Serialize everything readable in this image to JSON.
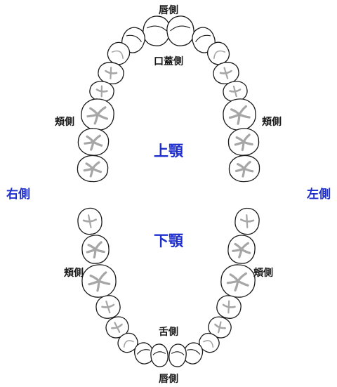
{
  "labels": {
    "upper_lip": "唇側",
    "palate": "口蓋側",
    "upper_buccal_right": "頬側",
    "upper_buccal_left": "頬側",
    "upper_jaw": "上顎",
    "right_side": "右側",
    "left_side": "左側",
    "lower_jaw": "下顎",
    "lower_buccal_right": "頬側",
    "lower_buccal_left": "頬側",
    "tongue": "舌側",
    "lower_lip": "唇側"
  },
  "colors": {
    "accent_blue": "#1f2fcc",
    "outline": "#1a1a1a",
    "groove": "#a6a6a6"
  },
  "icons": {
    "molar": "molar-crown-icon",
    "premolar": "premolar-crown-icon",
    "incisor": "incisor-crown-icon"
  }
}
